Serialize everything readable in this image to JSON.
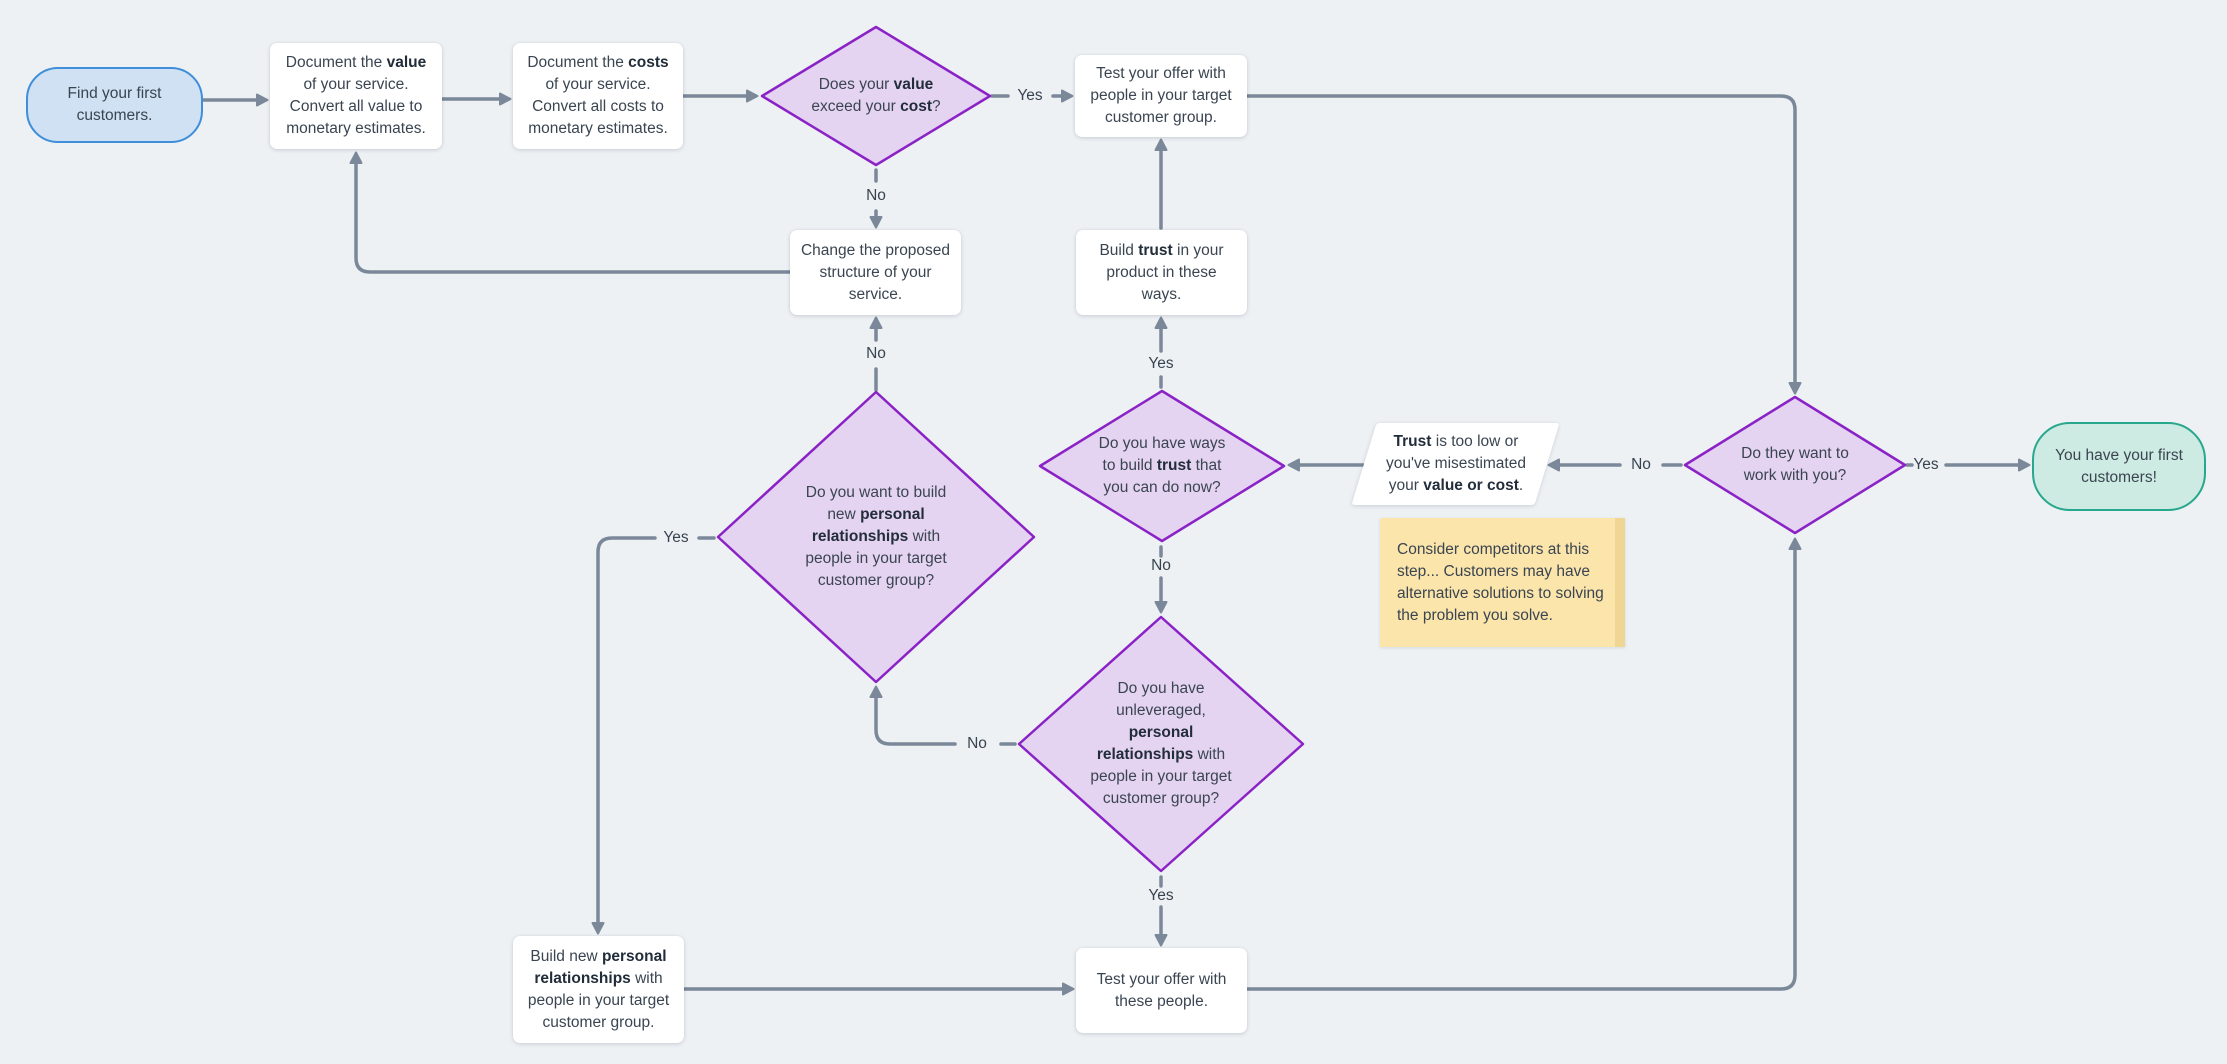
{
  "diagram_title": "Find your first customers flowchart",
  "colors": {
    "background": "#edf1f4",
    "box_fill": "#ffffff",
    "diamond_fill": "#e5d3f2",
    "diamond_border": "#8a22c6",
    "start_fill": "#cfe1f3",
    "start_border": "#3e8ed9",
    "end_fill": "#cdeae3",
    "end_border": "#27a78c",
    "note_fill": "#fbe5ab",
    "note_edge": "#f0d694",
    "parallelogram_fill": "#ffffff",
    "arrow": "#7a8899",
    "text": "#3a4551",
    "text_bold": "#222d3a",
    "label": "#39434f"
  },
  "nodes": [
    {
      "id": "start",
      "shape": "pill",
      "variant": "blue",
      "lines": [
        [
          {
            "t": "Find your first"
          }
        ],
        [
          {
            "t": "customers."
          }
        ]
      ]
    },
    {
      "id": "doc-value",
      "shape": "box",
      "lines": [
        [
          {
            "t": "Document the "
          },
          {
            "t": "value",
            "b": true
          }
        ],
        [
          {
            "t": "of your service."
          }
        ],
        [
          {
            "t": "Convert all value to"
          }
        ],
        [
          {
            "t": "monetary estimates."
          }
        ]
      ]
    },
    {
      "id": "doc-costs",
      "shape": "box",
      "lines": [
        [
          {
            "t": "Document the "
          },
          {
            "t": "costs",
            "b": true
          }
        ],
        [
          {
            "t": "of your service."
          }
        ],
        [
          {
            "t": "Convert all costs to"
          }
        ],
        [
          {
            "t": "monetary estimates."
          }
        ]
      ]
    },
    {
      "id": "d-value-cost",
      "shape": "diamond",
      "lines": [
        [
          {
            "t": "Does your "
          },
          {
            "t": "value",
            "b": true
          }
        ],
        [
          {
            "t": "exceed your "
          },
          {
            "t": "cost",
            "b": true
          },
          {
            "t": "?"
          }
        ]
      ]
    },
    {
      "id": "test-offer-target",
      "shape": "box",
      "lines": [
        [
          {
            "t": "Test your offer with"
          }
        ],
        [
          {
            "t": "people in your target"
          }
        ],
        [
          {
            "t": "customer group."
          }
        ]
      ]
    },
    {
      "id": "change-structure",
      "shape": "box",
      "lines": [
        [
          {
            "t": "Change the proposed"
          }
        ],
        [
          {
            "t": "structure of your"
          }
        ],
        [
          {
            "t": "service."
          }
        ]
      ]
    },
    {
      "id": "build-trust",
      "shape": "box",
      "lines": [
        [
          {
            "t": "Build "
          },
          {
            "t": "trust",
            "b": true
          },
          {
            "t": " in your"
          }
        ],
        [
          {
            "t": "product in these"
          }
        ],
        [
          {
            "t": "ways."
          }
        ]
      ]
    },
    {
      "id": "d-ways-trust",
      "shape": "diamond",
      "lines": [
        [
          {
            "t": "Do you have ways"
          }
        ],
        [
          {
            "t": "to build "
          },
          {
            "t": "trust",
            "b": true
          },
          {
            "t": " that"
          }
        ],
        [
          {
            "t": "you can do now?"
          }
        ]
      ]
    },
    {
      "id": "para-trust-low",
      "shape": "para",
      "lines": [
        [
          {
            "t": "Trust",
            "b": true
          },
          {
            "t": " is too low or"
          }
        ],
        [
          {
            "t": "you've misestimated"
          }
        ],
        [
          {
            "t": "your "
          },
          {
            "t": "value or cost",
            "b": true
          },
          {
            "t": "."
          }
        ]
      ]
    },
    {
      "id": "note-competitors",
      "shape": "note",
      "lines": [
        [
          {
            "t": "Consider competitors at this"
          }
        ],
        [
          {
            "t": "step... Customers may have"
          }
        ],
        [
          {
            "t": "alternative solutions to solving"
          }
        ],
        [
          {
            "t": "the problem you solve."
          }
        ]
      ]
    },
    {
      "id": "d-want-work",
      "shape": "diamond",
      "lines": [
        [
          {
            "t": "Do they want to"
          }
        ],
        [
          {
            "t": "work with you?"
          }
        ]
      ]
    },
    {
      "id": "end",
      "shape": "pill",
      "variant": "green",
      "lines": [
        [
          {
            "t": "You have your first"
          }
        ],
        [
          {
            "t": "customers!"
          }
        ]
      ]
    },
    {
      "id": "d-new-personal",
      "shape": "diamond",
      "lines": [
        [
          {
            "t": "Do you want to build"
          }
        ],
        [
          {
            "t": "new "
          },
          {
            "t": "personal",
            "b": true
          }
        ],
        [
          {
            "t": "relationships",
            "b": true
          },
          {
            "t": " with"
          }
        ],
        [
          {
            "t": "people in your target"
          }
        ],
        [
          {
            "t": "customer group?"
          }
        ]
      ]
    },
    {
      "id": "d-unleveraged",
      "shape": "diamond",
      "lines": [
        [
          {
            "t": "Do you have"
          }
        ],
        [
          {
            "t": "unleveraged,"
          }
        ],
        [
          {
            "t": "personal",
            "b": true
          }
        ],
        [
          {
            "t": "relationships",
            "b": true
          },
          {
            "t": " with"
          }
        ],
        [
          {
            "t": "people in your target"
          }
        ],
        [
          {
            "t": "customer group?"
          }
        ]
      ]
    },
    {
      "id": "build-new-personal",
      "shape": "box",
      "lines": [
        [
          {
            "t": "Build new "
          },
          {
            "t": "personal",
            "b": true
          }
        ],
        [
          {
            "t": "relationships",
            "b": true
          },
          {
            "t": " with"
          }
        ],
        [
          {
            "t": "people in your target"
          }
        ],
        [
          {
            "t": "customer group."
          }
        ]
      ]
    },
    {
      "id": "test-offer-people",
      "shape": "box",
      "lines": [
        [
          {
            "t": "Test your offer with"
          }
        ],
        [
          {
            "t": "these people."
          }
        ]
      ]
    }
  ],
  "edges": [
    {
      "id": "start-doc-value",
      "from": "start",
      "to": "doc-value"
    },
    {
      "id": "doc-value-doc-costs",
      "from": "doc-value",
      "to": "doc-costs"
    },
    {
      "id": "doc-costs-d-value-cost",
      "from": "doc-costs",
      "to": "d-value-cost"
    },
    {
      "id": "d-value-cost-test-offer",
      "from": "d-value-cost",
      "to": "test-offer-target",
      "label": "Yes"
    },
    {
      "id": "d-value-cost-change-structure",
      "from": "d-value-cost",
      "to": "change-structure",
      "label": "No"
    },
    {
      "id": "test-offer-d-want-work",
      "from": "test-offer-target",
      "to": "d-want-work"
    },
    {
      "id": "change-structure-doc-value",
      "from": "change-structure",
      "to": "doc-value"
    },
    {
      "id": "d-new-personal-change-structure",
      "from": "d-new-personal",
      "to": "change-structure",
      "label": "No"
    },
    {
      "id": "build-trust-test-offer",
      "from": "build-trust",
      "to": "test-offer-target"
    },
    {
      "id": "d-ways-trust-build-trust",
      "from": "d-ways-trust",
      "to": "build-trust",
      "label": "Yes"
    },
    {
      "id": "d-want-work-para",
      "from": "d-want-work",
      "to": "para-trust-low",
      "label": "No"
    },
    {
      "id": "para-d-ways-trust",
      "from": "para-trust-low",
      "to": "d-ways-trust"
    },
    {
      "id": "d-ways-trust-d-unleveraged",
      "from": "d-ways-trust",
      "to": "d-unleveraged",
      "label": "No"
    },
    {
      "id": "d-unleveraged-d-new-personal",
      "from": "d-unleveraged",
      "to": "d-new-personal",
      "label": "No"
    },
    {
      "id": "d-unleveraged-test-offer-people",
      "from": "d-unleveraged",
      "to": "test-offer-people",
      "label": "Yes"
    },
    {
      "id": "d-new-personal-build-new",
      "from": "d-new-personal",
      "to": "build-new-personal",
      "label": "Yes"
    },
    {
      "id": "build-new-test-offer-people",
      "from": "build-new-personal",
      "to": "test-offer-people"
    },
    {
      "id": "test-offer-people-d-want-work",
      "from": "test-offer-people",
      "to": "d-want-work"
    },
    {
      "id": "d-want-work-end",
      "from": "d-want-work",
      "to": "end",
      "label": "Yes"
    }
  ]
}
